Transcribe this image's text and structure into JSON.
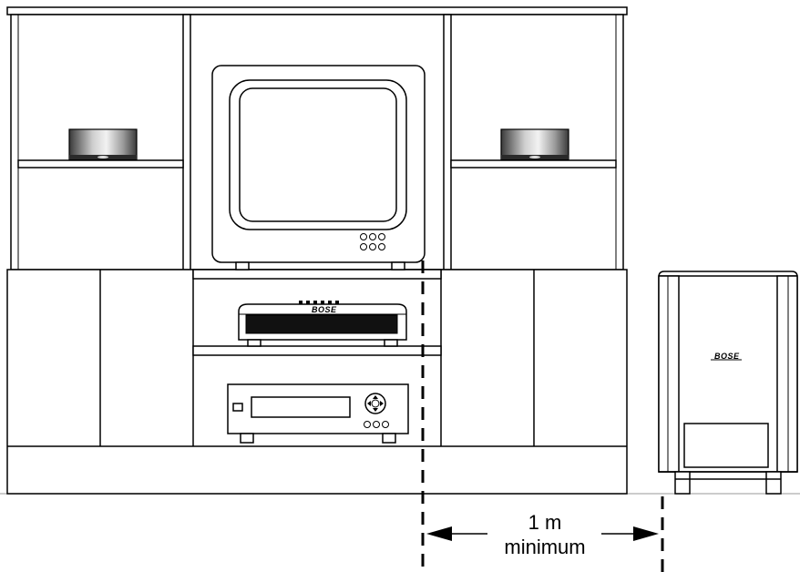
{
  "dimension": {
    "value_label": "1 m",
    "qualifier_label": "minimum"
  },
  "subwoofer": {
    "brand_logo": "BOSE"
  },
  "media_center": {
    "brand_logo": "BOSE"
  }
}
